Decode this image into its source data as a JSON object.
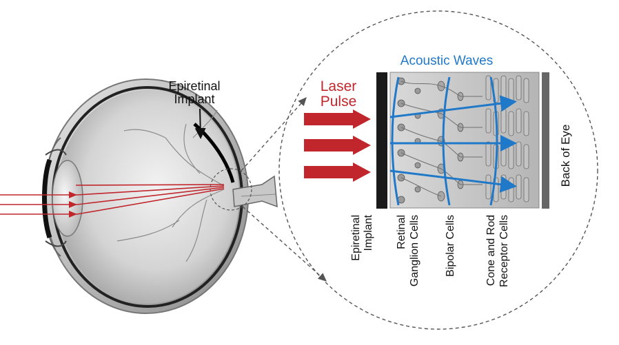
{
  "labels": {
    "epiretinal_implant_top": [
      "Epiretinal",
      "Implant"
    ],
    "laser_pulse": [
      "Laser",
      "Pulse"
    ],
    "acoustic_waves": "Acoustic Waves",
    "epiretinal_implant_vertical": [
      "Epiretinal",
      "Implant"
    ],
    "retinal_ganglion_cells": [
      "Retinal",
      "Ganglion Cells"
    ],
    "bipolar_cells": "Bipolar Cells",
    "cone_rod_cells": [
      "Cone and Rod",
      "Receptor Cells"
    ],
    "back_of_eye": "Back of Eye"
  },
  "colors": {
    "laser": "#c0262c",
    "acoustic": "#1f78c8",
    "implant": "#1a1a1a",
    "eye_fill": "#d6d6d6",
    "tissue": "#bfbfbf",
    "back_of_eye": "#666666",
    "dashed": "#555555"
  },
  "icons": {
    "eye": "eye-cross-section-icon",
    "retina": "retina-layers-icon"
  }
}
